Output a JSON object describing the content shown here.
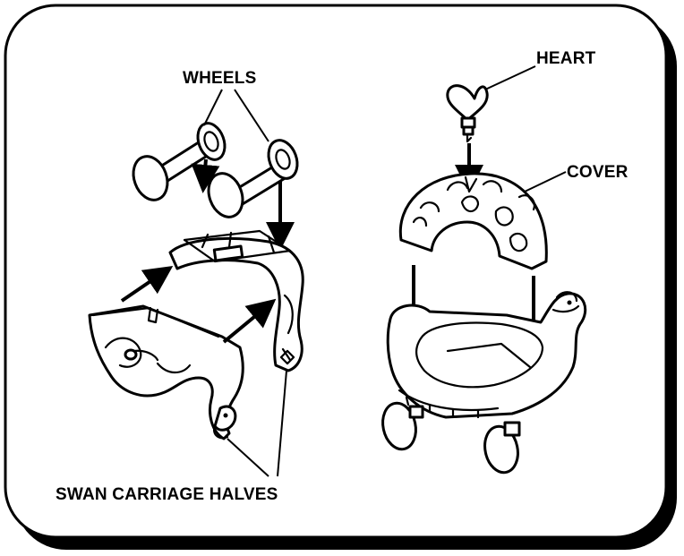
{
  "labels": {
    "wheels": "WHEELS",
    "heart": "HEART",
    "cover": "COVER",
    "halves": "SWAN CARRIAGE HALVES"
  },
  "colors": {
    "ink": "#000000",
    "paper": "#ffffff",
    "shadow": "#000000"
  }
}
